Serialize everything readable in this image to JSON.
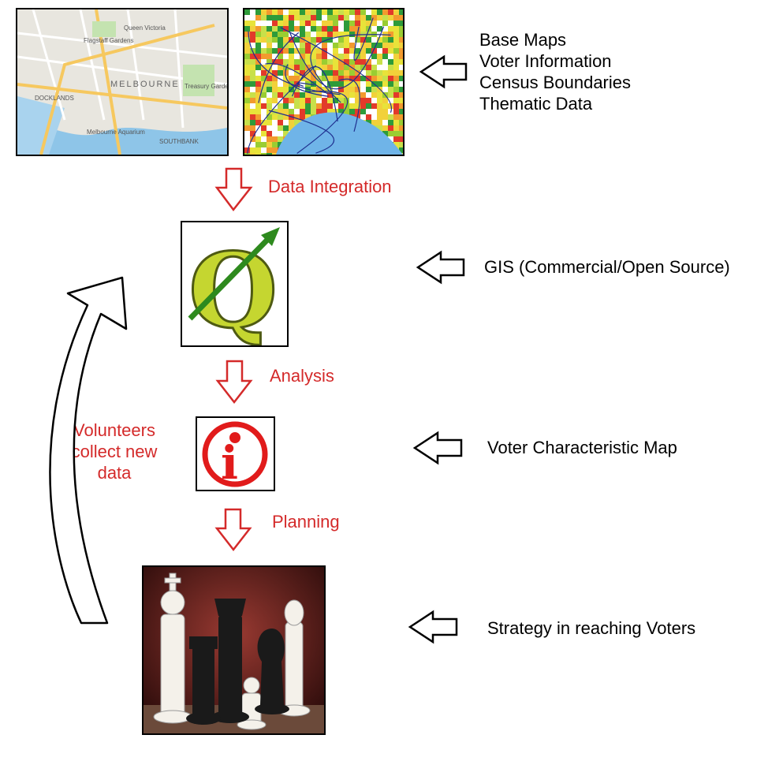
{
  "inputs": {
    "street_map": {
      "labels": [
        "Queen Victoria",
        "Flagstaff Gardens",
        "MELBOURNE",
        "DOCKLANDS",
        "Melbourne Aquarium",
        "SOUTHBANK",
        "Treasury Gardens"
      ]
    },
    "description_lines": [
      "Base Maps",
      "Voter Information",
      "Census Boundaries",
      "Thematic Data"
    ]
  },
  "steps": [
    {
      "label": "Data Integration"
    },
    {
      "label": "Analysis"
    },
    {
      "label": "Planning"
    }
  ],
  "stages": {
    "gis": {
      "glyph": "Q",
      "description": "GIS (Commercial/Open Source)"
    },
    "map": {
      "glyph": "i",
      "description": "Voter Characteristic Map"
    },
    "strategy": {
      "description": "Strategy in reaching Voters"
    }
  },
  "feedback": {
    "lines": [
      "Volunteers",
      "collect new",
      "data"
    ]
  },
  "colors": {
    "step_text": "#d42a2a",
    "step_arrow": "#d42a2a",
    "info_icon": "#e11b1b",
    "qgis_green": "#8bbd3c",
    "qgis_q": "#c5d630"
  }
}
